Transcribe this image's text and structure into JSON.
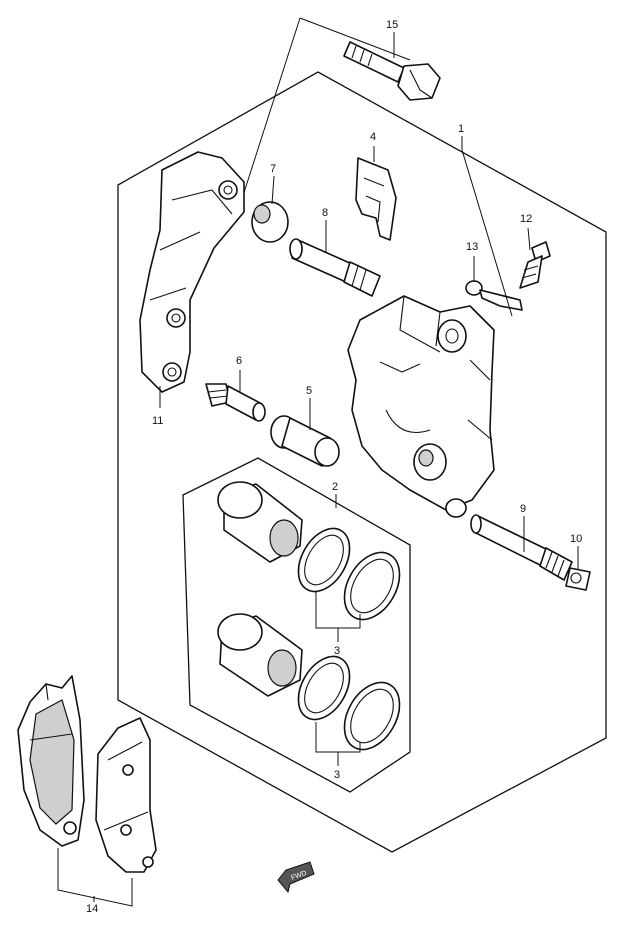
{
  "callouts": {
    "p1": "1",
    "p2": "2",
    "p3a": "3",
    "p3b": "3",
    "p4": "4",
    "p5": "5",
    "p6": "6",
    "p7": "7",
    "p8": "8",
    "p9": "9",
    "p10": "10",
    "p11": "11",
    "p12": "12",
    "p13": "13",
    "p14": "14",
    "p15": "15"
  },
  "fwd_label": "FWD"
}
